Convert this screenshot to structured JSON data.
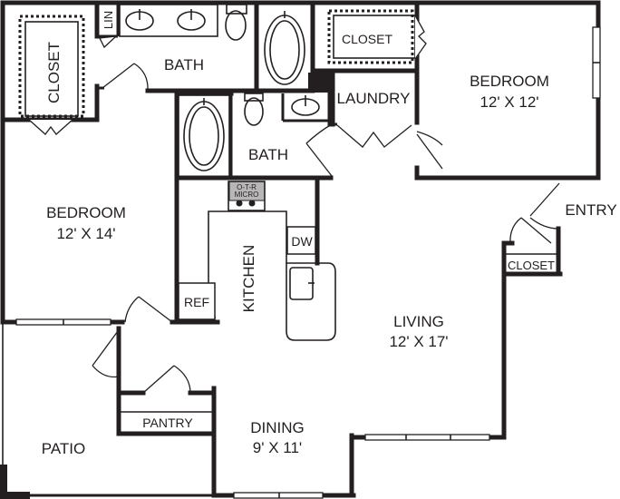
{
  "floor_plan": {
    "rooms": {
      "closet_left": {
        "label": "CLOSET"
      },
      "linen": {
        "label": "LIN"
      },
      "bath_master": {
        "label": "BATH"
      },
      "bath_second": {
        "label": "BATH"
      },
      "closet_top": {
        "label": "CLOSET"
      },
      "laundry": {
        "label": "LAUNDRY"
      },
      "bedroom_right": {
        "label": "BEDROOM",
        "size": "12' X 12'"
      },
      "bedroom_left": {
        "label": "BEDROOM",
        "size": "12' X 14'"
      },
      "kitchen": {
        "label": "KITCHEN"
      },
      "entry": {
        "label": "ENTRY"
      },
      "closet_entry": {
        "label": "CLOSET"
      },
      "living": {
        "label": "LIVING",
        "size": "12' X 17'"
      },
      "pantry": {
        "label": "PANTRY"
      },
      "dining": {
        "label": "DINING",
        "size": "9' X 11'"
      },
      "patio": {
        "label": "PATIO"
      }
    },
    "appliances": {
      "refrigerator": "REF",
      "dishwasher": "DW",
      "microwave_line1": "O-T-R",
      "microwave_line2": "MICRO"
    }
  }
}
